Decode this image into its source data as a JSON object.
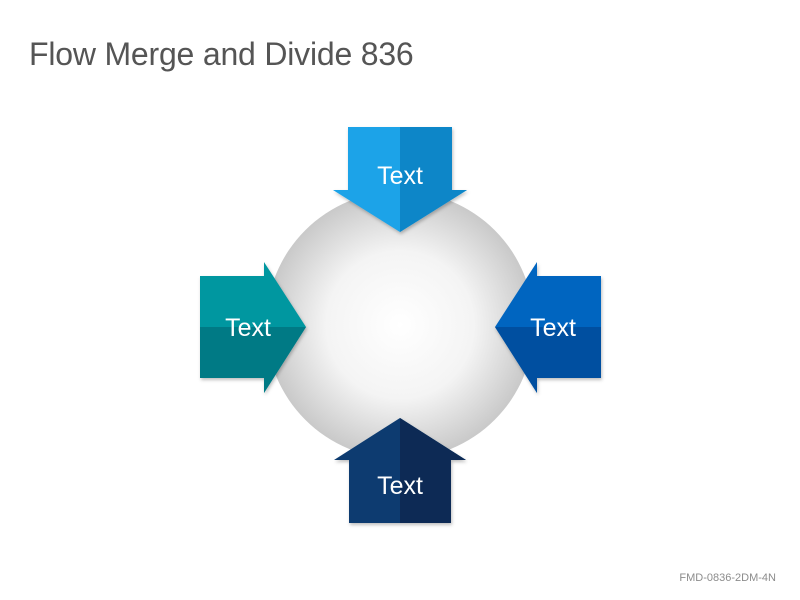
{
  "title": "Flow Merge and Divide 836",
  "footer_code": "FMD-0836-2DM-4N",
  "arrows": [
    {
      "id": "top",
      "label": "Text",
      "color": "#1aa3e8",
      "shade": "#0e86c8"
    },
    {
      "id": "left",
      "label": "Text",
      "color": "#0097a0",
      "shade": "#007a85"
    },
    {
      "id": "right",
      "label": "Text",
      "color": "#0565c0",
      "shade": "#0450a0"
    },
    {
      "id": "bottom",
      "label": "Text",
      "color": "#0a3a70",
      "shade": "#072a55"
    }
  ],
  "hub": {
    "color_light": "#ffffff",
    "color_dark": "#c8c8c8"
  }
}
